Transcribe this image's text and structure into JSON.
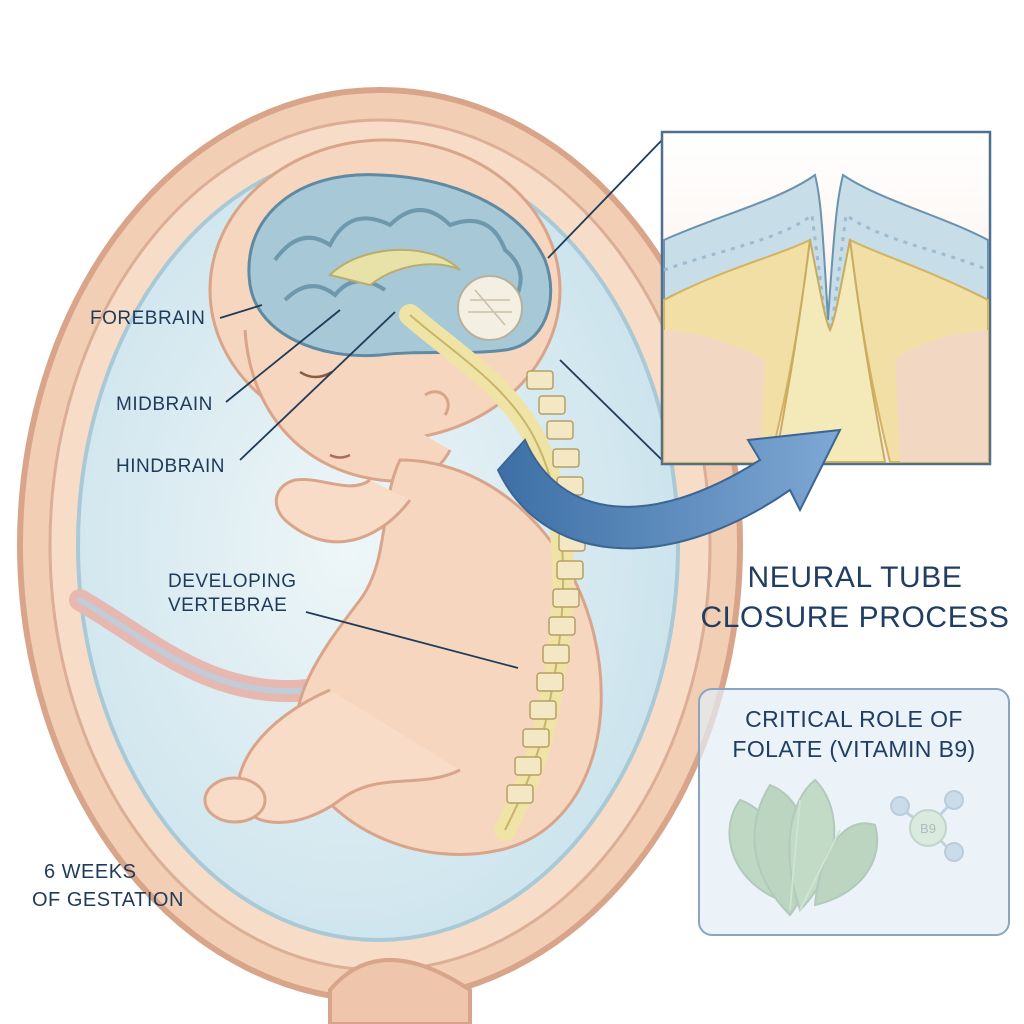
{
  "labels": {
    "forebrain": "FOREBRAIN",
    "midbrain": "MIDBRAIN",
    "hindbrain": "HINDBRAIN",
    "vertebrae_line1": "DEVELOPING",
    "vertebrae_line2": "VERTEBRAE",
    "gestation_line1": "6 WEEKS",
    "gestation_line2": "OF GESTATION"
  },
  "inset": {
    "title_line1": "NEURAL TUBE",
    "title_line2": "CLOSURE PROCESS"
  },
  "folate_box": {
    "title_line1": "CRITICAL ROLE OF",
    "title_line2": "FOLATE (VITAMIN B9)",
    "molecule_label": "B9"
  },
  "colors": {
    "uterus_wall": "#e9bfa0",
    "amniotic_fluid": "#d8ebf2",
    "skin": "#f6d6bf",
    "brain": "#9cc0cf",
    "spine": "#eee3a8",
    "arrow": "#4f7fb5",
    "leaf": "#5f9a45",
    "text": "#1f3b5a"
  }
}
